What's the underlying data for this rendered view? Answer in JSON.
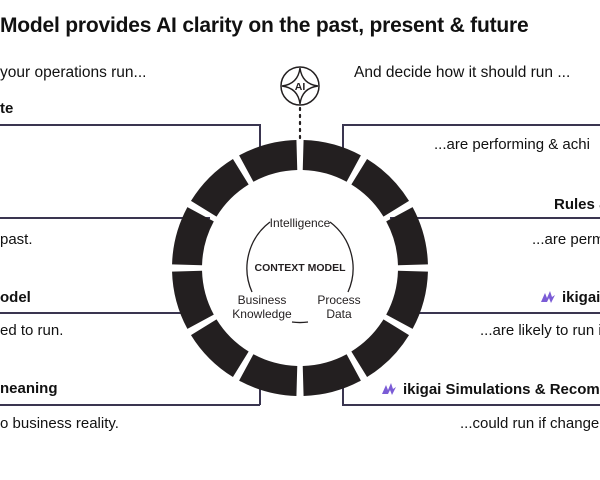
{
  "title": "Model provides AI clarity on the past, present & future",
  "left_subtitle": "your operations run...",
  "right_subtitle": "And decide how it should run ...",
  "ai_badge": "AI",
  "left_rows": [
    {
      "heading": "te",
      "text": ""
    },
    {
      "heading": "",
      "text": "past."
    },
    {
      "heading": "odel",
      "text": "ed to run."
    },
    {
      "heading": "neaning",
      "text": "o business reality."
    }
  ],
  "right_rows": [
    {
      "heading": "",
      "text": "...are performing & achi"
    },
    {
      "heading": "Rules &",
      "text": "...are perm"
    },
    {
      "heading": "ikigai",
      "text": "...are likely to run i"
    },
    {
      "heading": "ikigai Simulations & Recomm",
      "text": "...could run if change"
    }
  ],
  "center": {
    "model_label": "CONTEXT MODEL",
    "intelligence": "Intelligence",
    "business_line1": "Business",
    "business_line2": "Knowledge",
    "process_line1": "Process",
    "process_line2": "Data"
  },
  "colors": {
    "ring": "#231f20",
    "line": "#3a3550",
    "accent": "#7b5cd6"
  }
}
